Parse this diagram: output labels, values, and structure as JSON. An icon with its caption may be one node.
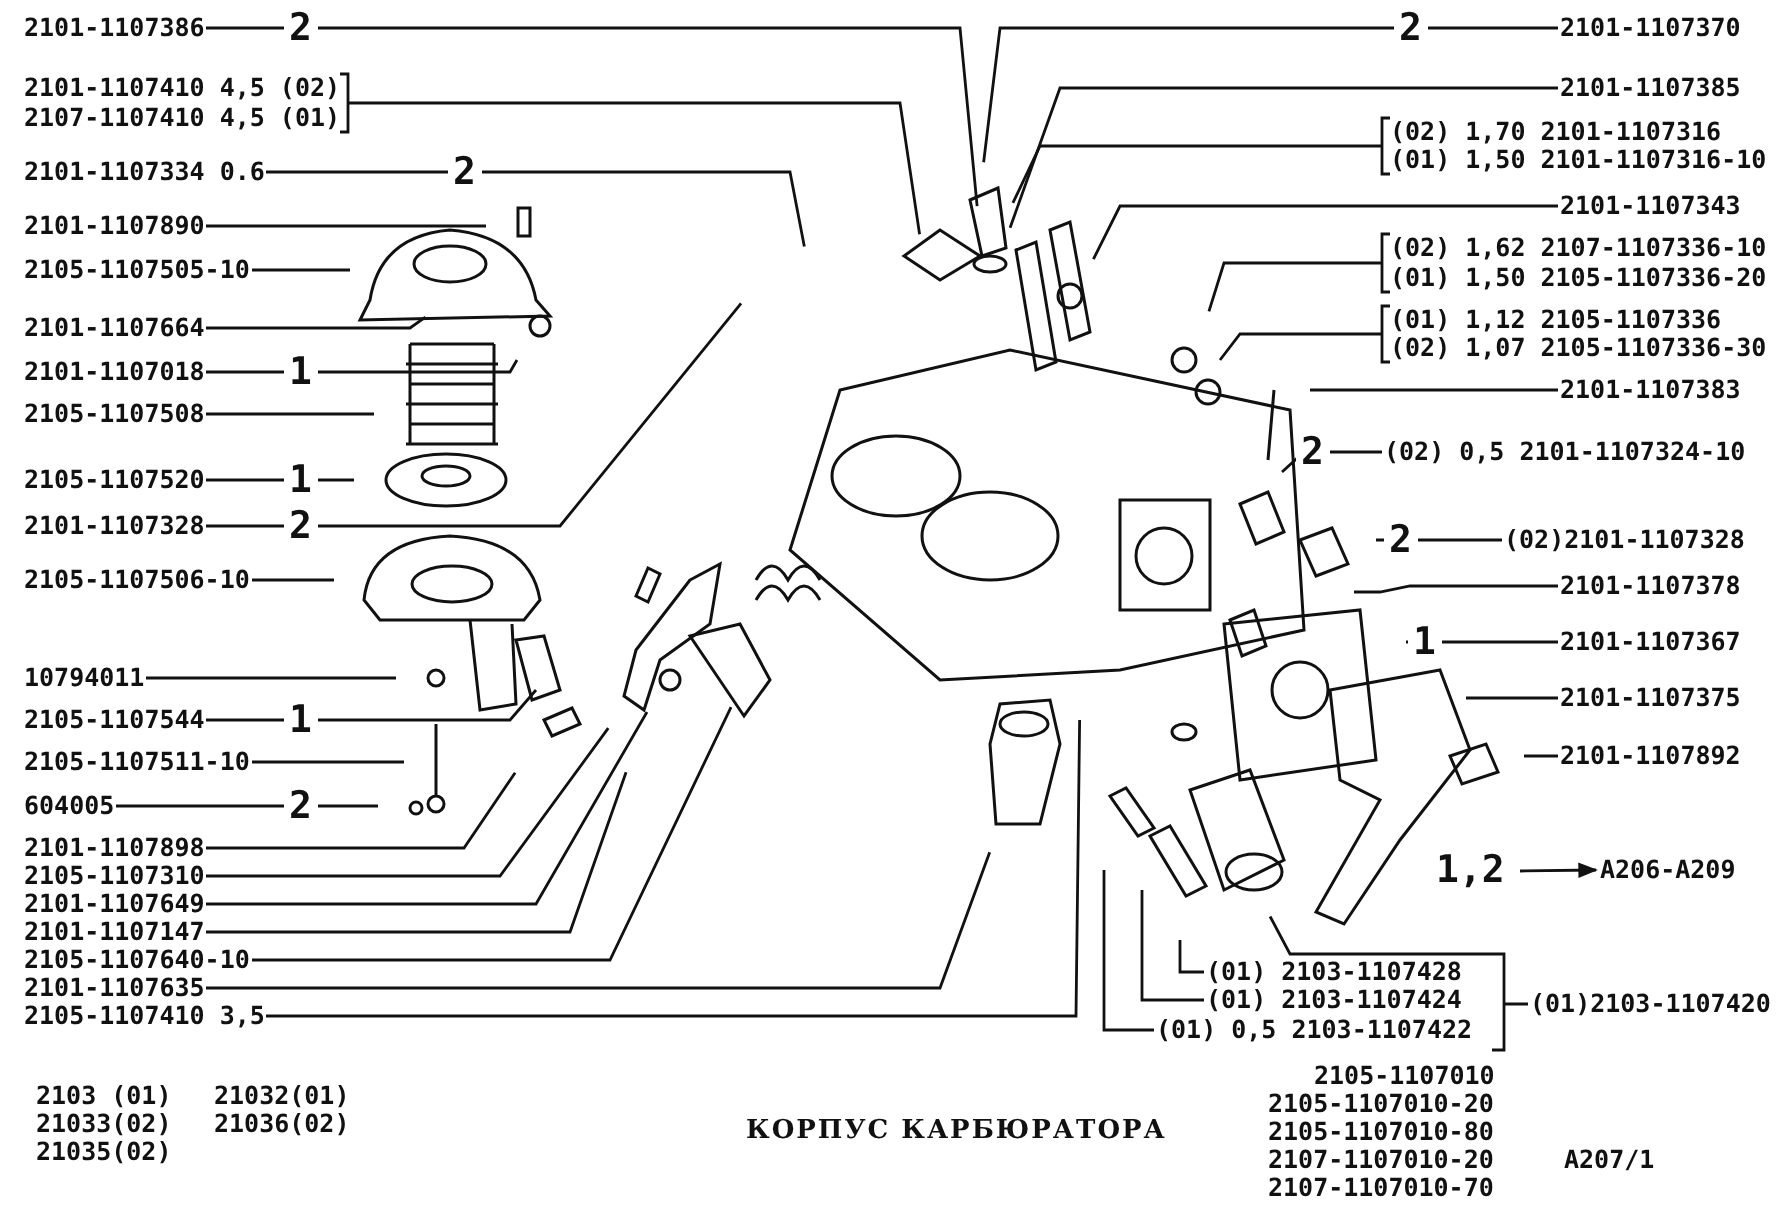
{
  "diagram": {
    "title": "КОРПУС КАРБЮРАТОРА",
    "nodes": [
      {
        "text": [
          "2101-1107386"
        ]
      },
      {
        "text": [
          "2101-1107410 4,5 (02)"
        ]
      },
      {
        "text": [
          "2107-1107410 4,5 (01)"
        ]
      },
      {
        "text": [
          "2101-1107334 0.6"
        ]
      },
      {
        "text": [
          "2101-1107890"
        ]
      },
      {
        "text": [
          "2105-1107505-10"
        ]
      },
      {
        "text": [
          "2101-1107664"
        ]
      },
      {
        "text": [
          "2101-1107018"
        ]
      },
      {
        "text": [
          "2105-1107508"
        ]
      },
      {
        "text": [
          "2105-1107520"
        ]
      },
      {
        "text": [
          "2101-1107328"
        ]
      },
      {
        "text": [
          "2105-1107506-10"
        ]
      },
      {
        "text": [
          "10794011"
        ]
      },
      {
        "text": [
          "2105-1107544"
        ]
      },
      {
        "text": [
          "2105-1107511-10"
        ]
      },
      {
        "text": [
          "604005"
        ]
      },
      {
        "text": [
          "2101-1107898"
        ]
      },
      {
        "text": [
          "2105-1107310"
        ]
      },
      {
        "text": [
          "2101-1107649"
        ]
      },
      {
        "text": [
          "2101-1107147"
        ]
      },
      {
        "text": [
          "2105-1107640-10"
        ]
      },
      {
        "text": [
          "2101-1107635"
        ]
      },
      {
        "text": [
          "2105-1107410 3,5"
        ]
      },
      {
        "text": [
          "2101-1107370"
        ]
      },
      {
        "text": [
          "2101-1107385"
        ]
      },
      {
        "text": [
          "(02) 1,70 2101-1107316"
        ]
      },
      {
        "text": [
          "(01) 1,50 2101-1107316-10"
        ]
      },
      {
        "text": [
          "2101-1107343"
        ]
      },
      {
        "text": [
          "(02) 1,62 2107-1107336-10"
        ]
      },
      {
        "text": [
          "(01) 1,50 2105-1107336-20"
        ]
      },
      {
        "text": [
          "(01) 1,12 2105-1107336"
        ]
      },
      {
        "text": [
          "(02) 1,07 2105-1107336-30"
        ]
      },
      {
        "text": [
          "2101-1107383"
        ]
      },
      {
        "text": [
          "(02) 0,5 2101-1107324-10"
        ]
      },
      {
        "text": [
          "(02)2101-1107328"
        ]
      },
      {
        "text": [
          "2101-1107378"
        ]
      },
      {
        "text": [
          "2101-1107367"
        ]
      },
      {
        "text": [
          "2101-1107375"
        ]
      },
      {
        "text": [
          "2101-1107892"
        ]
      },
      {
        "text": [
          "1,2"
        ]
      },
      {
        "text": [
          "A206-A209"
        ]
      },
      {
        "text": [
          "(01) 2103-1107428"
        ]
      },
      {
        "text": [
          "(01) 2103-1107424"
        ]
      },
      {
        "text": [
          "(01) 0,5 2103-1107422"
        ]
      },
      {
        "text": [
          "(01)2103-1107420"
        ]
      }
    ],
    "edges": [
      {
        "from": 0,
        "to": null,
        "arrow": "none",
        "label": "2"
      },
      {
        "from": 1,
        "to": null,
        "arrow": "none"
      },
      {
        "from": 2,
        "to": null,
        "arrow": "none"
      },
      {
        "from": 3,
        "to": null,
        "arrow": "none",
        "label": "2"
      },
      {
        "from": 4,
        "to": null,
        "arrow": "none"
      },
      {
        "from": 5,
        "to": null,
        "arrow": "none"
      },
      {
        "from": 6,
        "to": null,
        "arrow": "none"
      },
      {
        "from": 7,
        "to": null,
        "arrow": "none",
        "label": "1"
      },
      {
        "from": 8,
        "to": null,
        "arrow": "none"
      },
      {
        "from": 9,
        "to": null,
        "arrow": "none",
        "label": "1"
      },
      {
        "from": 10,
        "to": null,
        "arrow": "none",
        "label": "2"
      },
      {
        "from": 11,
        "to": null,
        "arrow": "none"
      },
      {
        "from": 12,
        "to": null,
        "arrow": "none"
      },
      {
        "from": 13,
        "to": null,
        "arrow": "none",
        "label": "1"
      },
      {
        "from": 14,
        "to": null,
        "arrow": "none"
      },
      {
        "from": 15,
        "to": null,
        "arrow": "none",
        "label": "2"
      },
      {
        "from": 16,
        "to": null,
        "arrow": "none"
      },
      {
        "from": 17,
        "to": null,
        "arrow": "none"
      },
      {
        "from": 18,
        "to": null,
        "arrow": "none"
      },
      {
        "from": 19,
        "to": null,
        "arrow": "none"
      },
      {
        "from": 20,
        "to": null,
        "arrow": "none"
      },
      {
        "from": 21,
        "to": null,
        "arrow": "none"
      },
      {
        "from": 22,
        "to": null,
        "arrow": "none"
      },
      {
        "from": 23,
        "to": null,
        "arrow": "none",
        "label": "2"
      },
      {
        "from": 24,
        "to": null,
        "arrow": "none"
      },
      {
        "from": 25,
        "to": null,
        "arrow": "none"
      },
      {
        "from": 26,
        "to": null,
        "arrow": "none"
      },
      {
        "from": 27,
        "to": null,
        "arrow": "none"
      },
      {
        "from": 28,
        "to": null,
        "arrow": "none"
      },
      {
        "from": 29,
        "to": null,
        "arrow": "none"
      },
      {
        "from": 30,
        "to": null,
        "arrow": "none"
      },
      {
        "from": 31,
        "to": null,
        "arrow": "none"
      },
      {
        "from": 32,
        "to": null,
        "arrow": "none"
      },
      {
        "from": 33,
        "to": null,
        "arrow": "none",
        "label": "2"
      },
      {
        "from": 34,
        "to": null,
        "arrow": "none",
        "label": "2"
      },
      {
        "from": 35,
        "to": null,
        "arrow": "none"
      },
      {
        "from": 36,
        "to": null,
        "arrow": "none",
        "label": "1"
      },
      {
        "from": 37,
        "to": null,
        "arrow": "none"
      },
      {
        "from": 38,
        "to": null,
        "arrow": "none"
      },
      {
        "from": 39,
        "to": 40,
        "arrow": "to"
      },
      {
        "from": 41,
        "to": null,
        "arrow": "none"
      },
      {
        "from": 42,
        "to": null,
        "arrow": "none"
      },
      {
        "from": 43,
        "to": null,
        "arrow": "none"
      },
      {
        "from": 44,
        "to": null,
        "arrow": "none"
      }
    ],
    "labels": [
      "2103 (01)",
      "21032(01)",
      "21033(02)",
      "21036(02)",
      "21035(02)",
      "2105-1107010",
      "2105-1107010-20",
      "2105-1107010-80",
      "2107-1107010-20",
      "2107-1107010-70",
      "A207/1"
    ]
  }
}
